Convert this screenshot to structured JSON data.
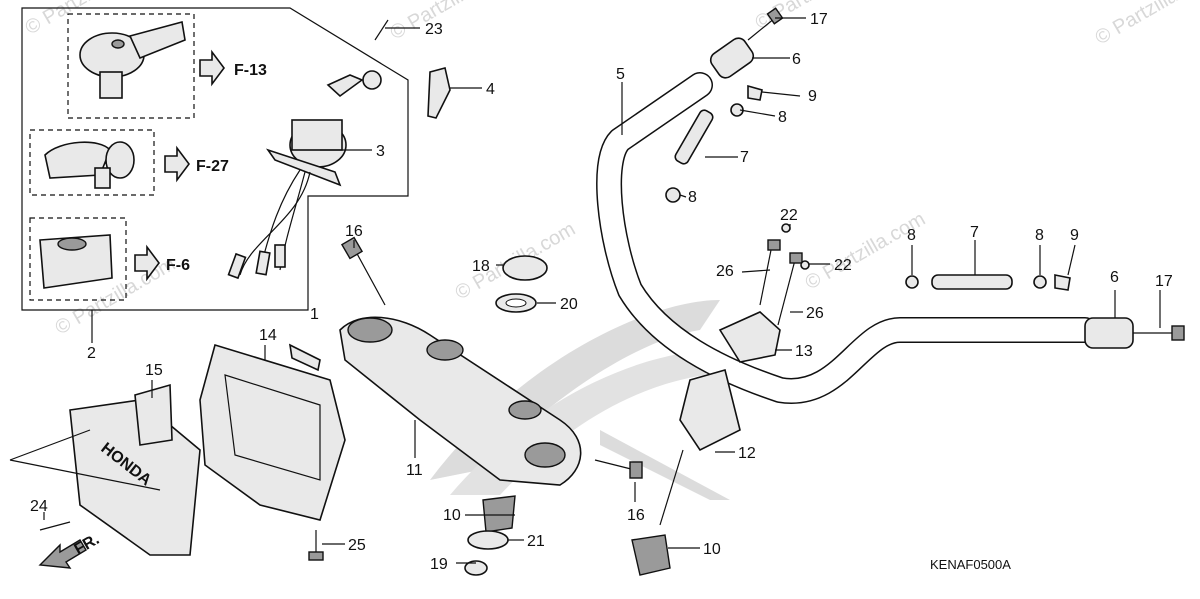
{
  "diagram_code": "KENAF0500A",
  "watermark": "© Partzilla.com",
  "callouts": [
    {
      "id": "c1",
      "label": "1"
    },
    {
      "id": "c2",
      "label": "2"
    },
    {
      "id": "c3",
      "label": "3"
    },
    {
      "id": "c4",
      "label": "4"
    },
    {
      "id": "c5",
      "label": "5"
    },
    {
      "id": "c6a",
      "label": "6"
    },
    {
      "id": "c6b",
      "label": "6"
    },
    {
      "id": "c7a",
      "label": "7"
    },
    {
      "id": "c7b",
      "label": "7"
    },
    {
      "id": "c8a",
      "label": "8"
    },
    {
      "id": "c8b",
      "label": "8"
    },
    {
      "id": "c8c",
      "label": "8"
    },
    {
      "id": "c8d",
      "label": "8"
    },
    {
      "id": "c9a",
      "label": "9"
    },
    {
      "id": "c9b",
      "label": "9"
    },
    {
      "id": "c10a",
      "label": "10"
    },
    {
      "id": "c10b",
      "label": "10"
    },
    {
      "id": "c11",
      "label": "11"
    },
    {
      "id": "c12",
      "label": "12"
    },
    {
      "id": "c13",
      "label": "13"
    },
    {
      "id": "c14",
      "label": "14"
    },
    {
      "id": "c15",
      "label": "15"
    },
    {
      "id": "c16a",
      "label": "16"
    },
    {
      "id": "c16b",
      "label": "16"
    },
    {
      "id": "c17a",
      "label": "17"
    },
    {
      "id": "c17b",
      "label": "17"
    },
    {
      "id": "c18",
      "label": "18"
    },
    {
      "id": "c19",
      "label": "19"
    },
    {
      "id": "c20",
      "label": "20"
    },
    {
      "id": "c21",
      "label": "21"
    },
    {
      "id": "c22a",
      "label": "22"
    },
    {
      "id": "c22b",
      "label": "22"
    },
    {
      "id": "c23",
      "label": "23"
    },
    {
      "id": "c24",
      "label": "24"
    },
    {
      "id": "c25",
      "label": "25"
    },
    {
      "id": "c26a",
      "label": "26"
    },
    {
      "id": "c26b",
      "label": "26"
    }
  ],
  "references": [
    {
      "id": "r1",
      "label": "F-13"
    },
    {
      "id": "r2",
      "label": "F-27"
    },
    {
      "id": "r3",
      "label": "F-6"
    }
  ],
  "front_label": "FR.",
  "emblem_text": "HONDA",
  "icons": [
    "arrow-right-icon",
    "front-arrow-icon"
  ]
}
